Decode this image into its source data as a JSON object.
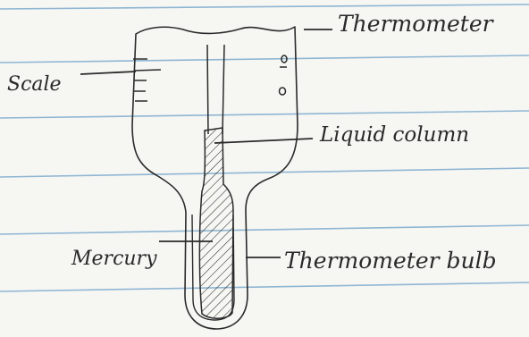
{
  "labels": {
    "thermometer": "Thermometer",
    "scale": "Scale",
    "liquid_column": "Liquid column",
    "mercury": "Mercury",
    "thermometer_bulb": "Thermometer bulb"
  },
  "colors": {
    "paper": "#f6f7f3",
    "ruled_line": "#8fb6d3",
    "ink": "#2a2a2a"
  }
}
